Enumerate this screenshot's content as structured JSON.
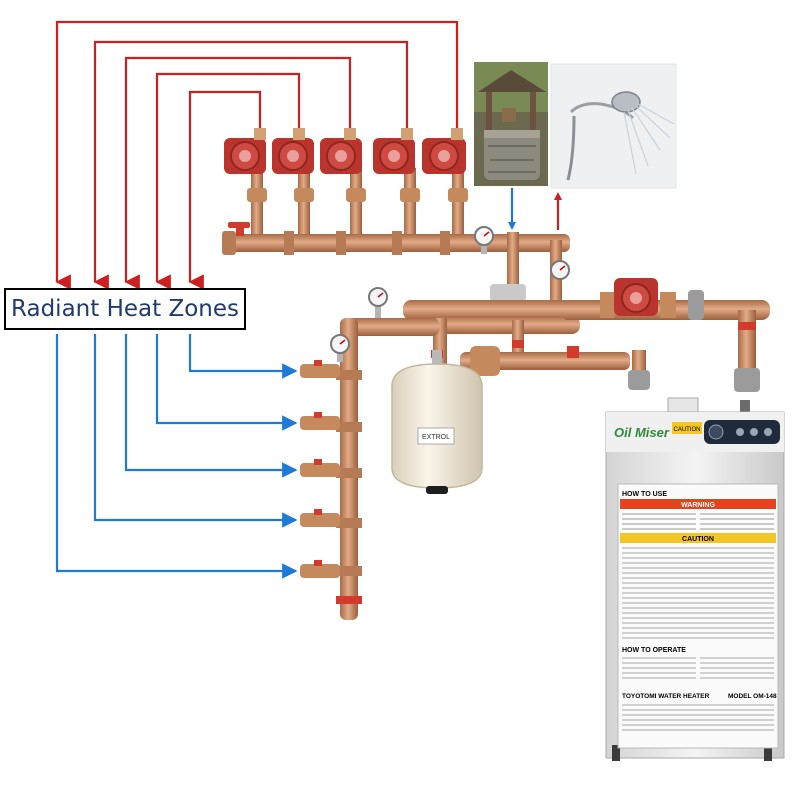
{
  "diagram": {
    "zone_label": "Radiant Heat Zones",
    "zone_count": 5,
    "tank_label": "EXTROL",
    "heater": {
      "brand": "Oil Miser",
      "model_line": "TOYOTOMI WATER HEATER",
      "model": "MODEL OM-148",
      "how_to_use": "HOW TO USE",
      "warning": "WARNING",
      "caution_panel": "CAUTION",
      "caution_top": "CAUTION",
      "how_to_operate": "HOW TO OPERATE"
    },
    "colors": {
      "supply": "#cc1f1f",
      "return": "#1f7ad6",
      "pipe": "#c98b62",
      "pump": "#b8342d",
      "tank": "#f3ecdc",
      "heater_body": "#ececec",
      "warning_band": "#e8411d",
      "caution_band": "#f3c623",
      "brand_green": "#2f8a3c"
    }
  }
}
